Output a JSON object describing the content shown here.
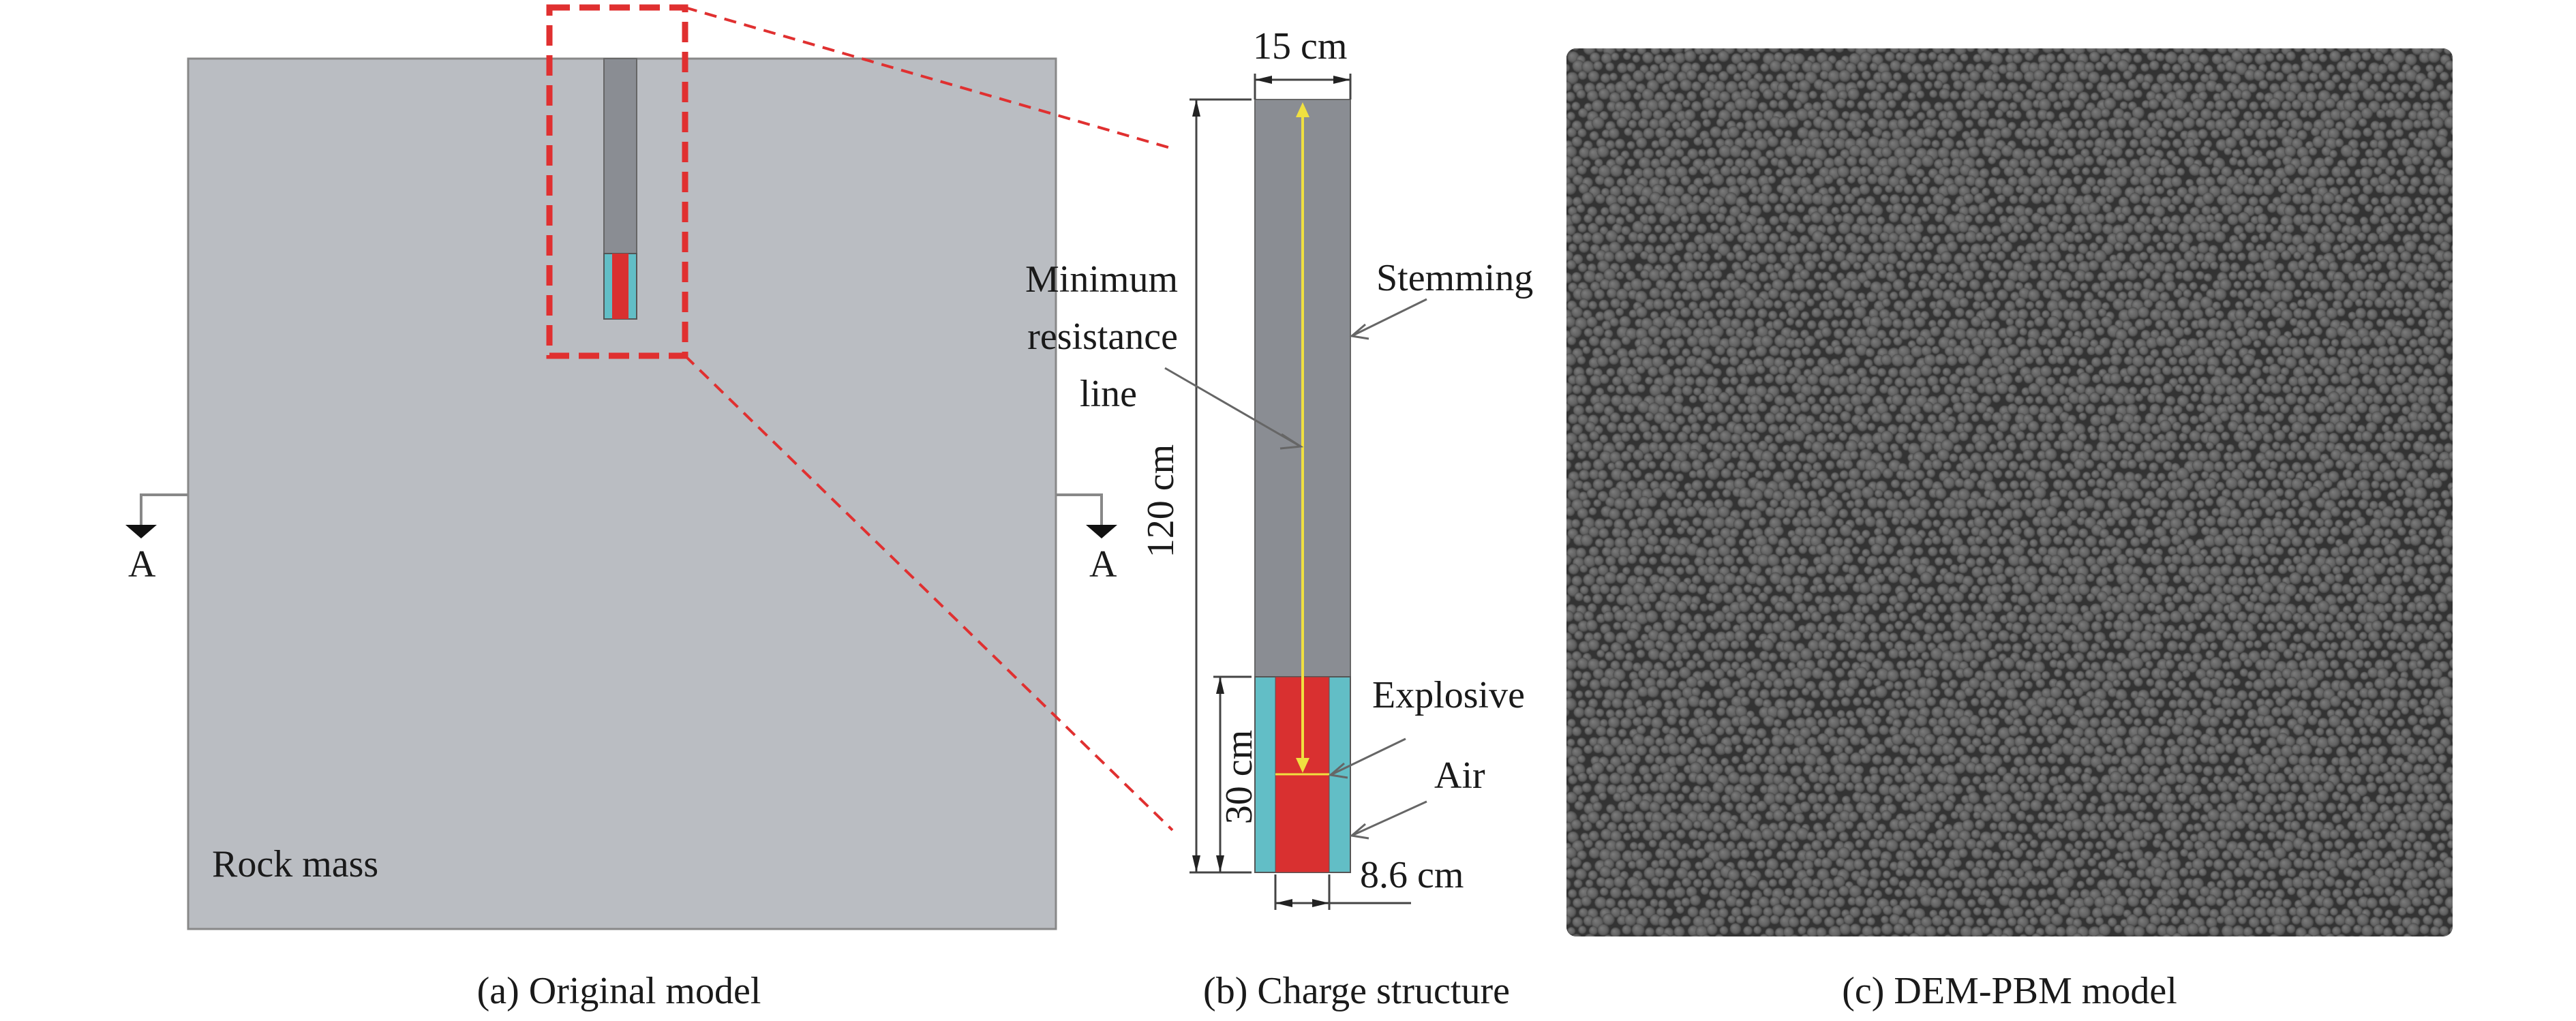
{
  "panel_a": {
    "caption": "(a) Original model",
    "rock_label": "Rock mass",
    "section_left": "A",
    "section_right": "A"
  },
  "panel_b": {
    "caption": "(b) Charge structure",
    "width_label": "15 cm",
    "height_label": "120 cm",
    "charge_length_label": "30 cm",
    "explosive_width_label": "8.6 cm",
    "min_resistance_label": [
      "Minimum",
      "resistance",
      "line"
    ],
    "stemming_label": "Stemming",
    "explosive_label": "Explosive",
    "air_label": "Air"
  },
  "panel_c": {
    "caption": "(c) DEM-PBM model"
  },
  "colors": {
    "rock": "#babdc2",
    "stemming": "#8a8d93",
    "explosive": "#d93030",
    "air": "#62bec6",
    "highlight": "#e03030",
    "min_line": "#f0e040",
    "particle": "#6a6a6a"
  }
}
